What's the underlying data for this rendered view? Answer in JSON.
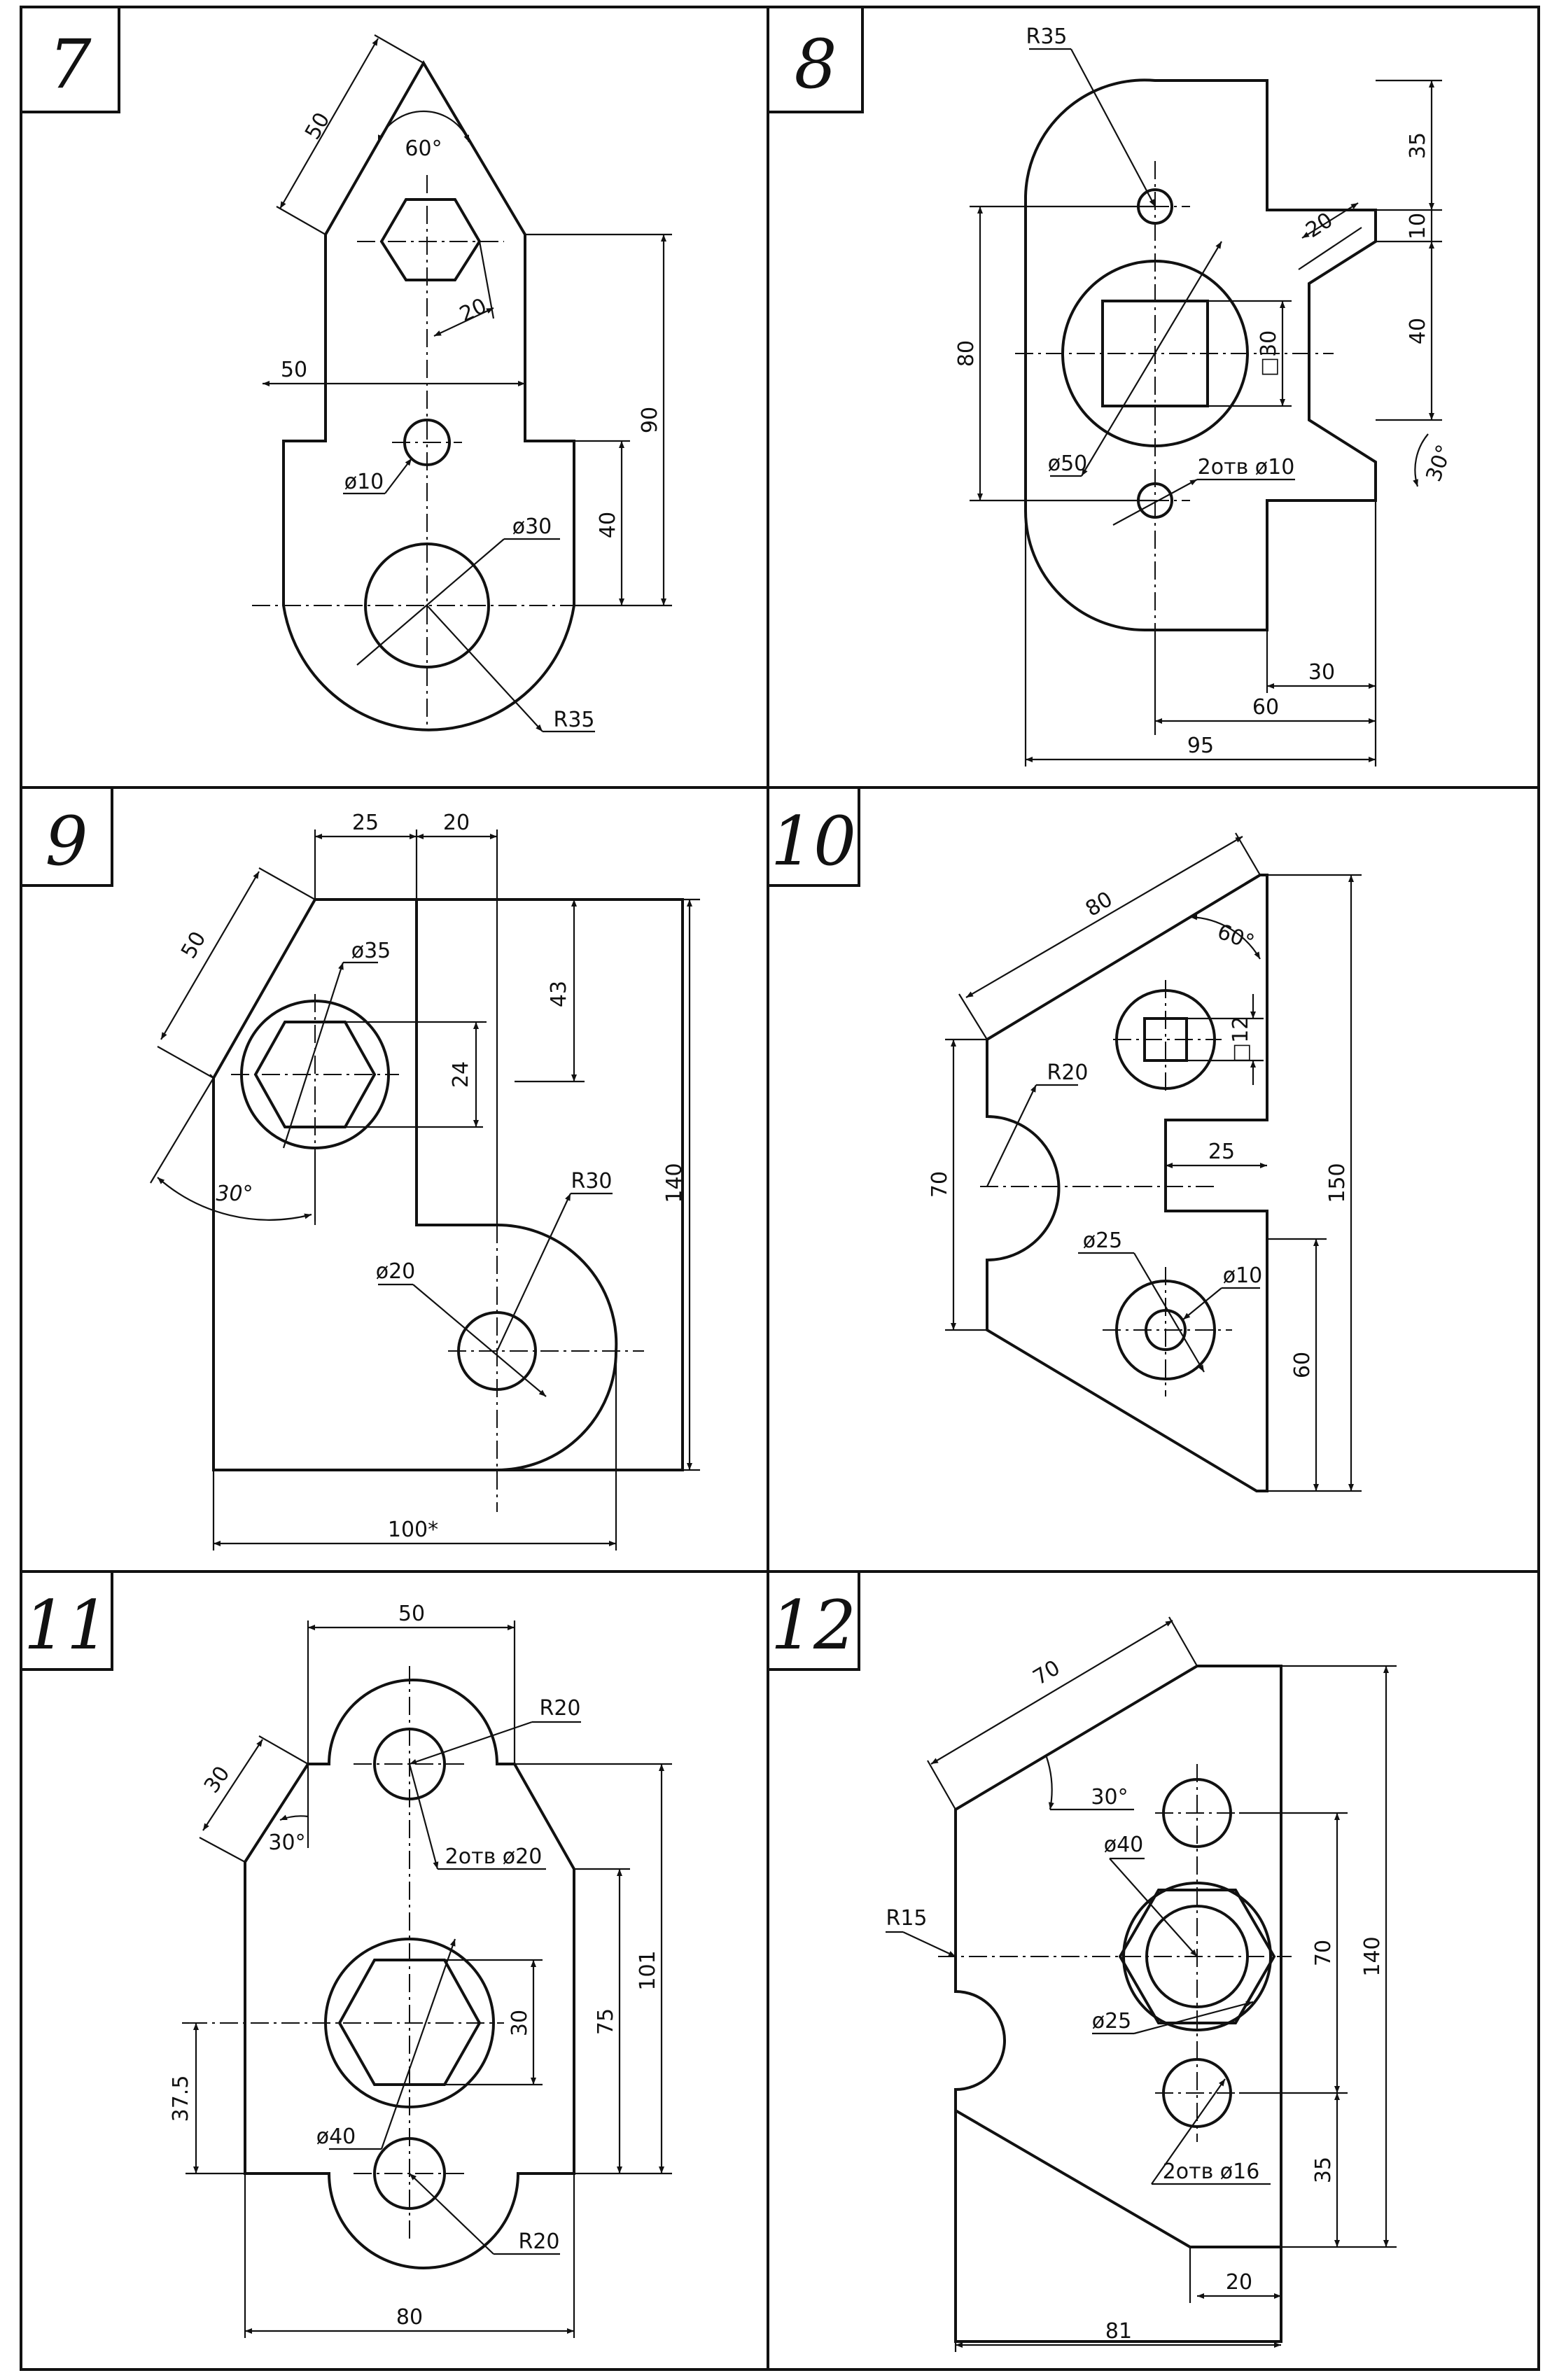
{
  "panels": [
    {
      "number": "7",
      "dims": [
        "50",
        "60°",
        "20",
        "50",
        "90",
        "40",
        "ø10",
        "ø30",
        "R35"
      ]
    },
    {
      "number": "8",
      "dims": [
        "R35",
        "35",
        "20",
        "10",
        "80",
        "□30",
        "40",
        "ø50",
        "2отв ø10",
        "30°",
        "30",
        "60",
        "95"
      ]
    },
    {
      "number": "9",
      "dims": [
        "25",
        "20",
        "50",
        "ø35",
        "43",
        "24",
        "30°",
        "R30",
        "140",
        "ø20",
        "100*"
      ]
    },
    {
      "number": "10",
      "dims": [
        "80",
        "60°",
        "□12",
        "R20",
        "70",
        "25",
        "150",
        "ø25",
        "ø10",
        "60"
      ]
    },
    {
      "number": "11",
      "dims": [
        "50",
        "R20",
        "30",
        "30°",
        "2отв ø20",
        "101",
        "75",
        "30",
        "37.5",
        "ø40",
        "R20",
        "80"
      ]
    },
    {
      "number": "12",
      "dims": [
        "70",
        "30°",
        "ø40",
        "R15",
        "70",
        "140",
        "ø25",
        "2отв ø16",
        "35",
        "20",
        "81"
      ]
    }
  ],
  "colors": {
    "ink": "#111111",
    "paper": "#ffffff"
  }
}
